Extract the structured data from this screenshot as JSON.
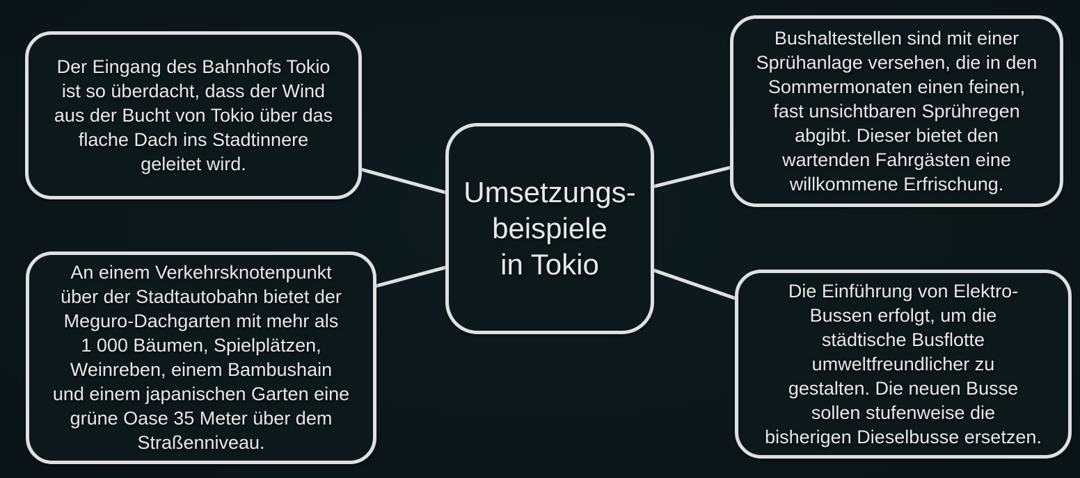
{
  "diagram": {
    "title_node": "Umsetzungs-\nbeispiele\nin Tokio",
    "nodes": [
      {
        "position": "top-left",
        "text": "Der Eingang des Bahnhofs Tokio\nist so überdacht, dass der Wind\naus der Bucht von Tokio über das\nflache Dach ins Stadtinnere\ngeleitet wird."
      },
      {
        "position": "top-right",
        "text": "Bushaltestellen sind mit einer\nSprühanlage versehen, die in den\nSommermonaten einen feinen,\nfast unsichtbaren Sprühregen\nabgibt. Dieser bietet den\nwartenden Fahrgästen eine\nwillkommene Erfrischung."
      },
      {
        "position": "bottom-left",
        "text": "An einem Verkehrsknotenpunkt\nüber der Stadtautobahn bietet der\nMeguro-Dachgarten mit mehr als\n1 000 Bäumen, Spielplätzen,\nWeinreben, einem Bambushain\nund einem japanischen Garten eine\ngrüne Oase 35 Meter über dem\nStraßenniveau."
      },
      {
        "position": "bottom-right",
        "text": "Die Einführung von Elektro-\nBussen erfolgt, um die\nstädtische Busflotte\numweltfreundlicher zu\ngestalten. Die neuen Busse\nsollen stufenweise die\nbisherigen Dieselbusse ersetzen."
      }
    ],
    "colors": {
      "background": "#0c1719",
      "box_border": "#dde1e1",
      "connector": "#dde1e1",
      "text": "#e6e9e9"
    }
  }
}
